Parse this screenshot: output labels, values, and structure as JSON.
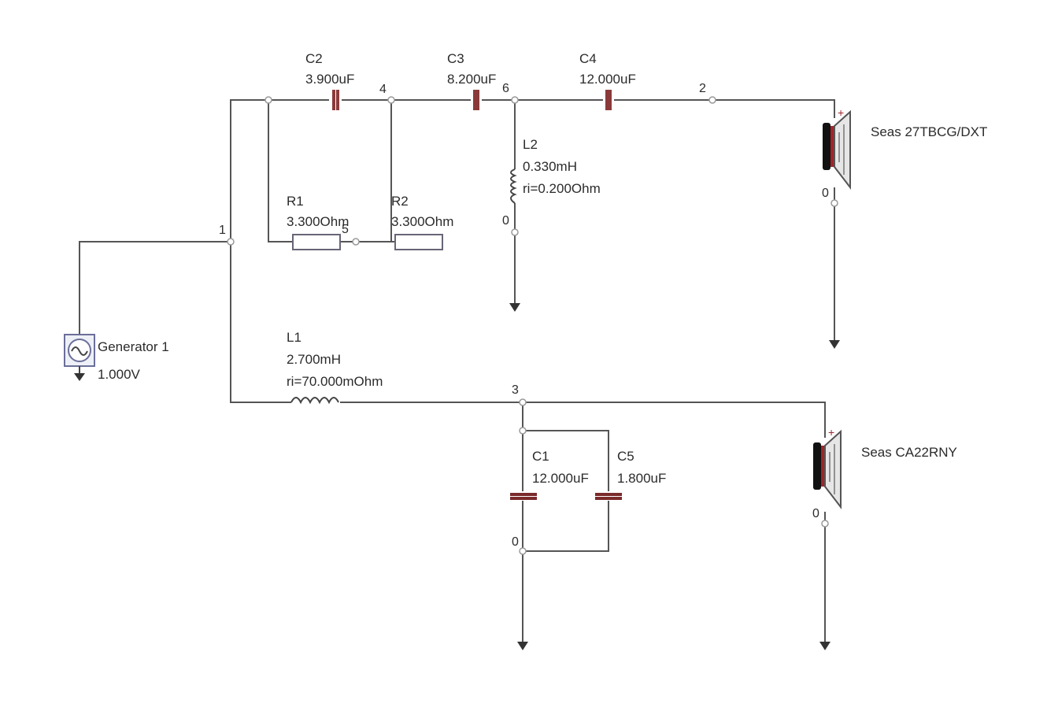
{
  "schematic": {
    "components": {
      "c2": {
        "name": "C2",
        "value": "3.900uF"
      },
      "c3": {
        "name": "C3",
        "value": "8.200uF"
      },
      "c4": {
        "name": "C4",
        "value": "12.000uF"
      },
      "r1": {
        "name": "R1",
        "value": "3.300Ohm"
      },
      "r2": {
        "name": "R2",
        "value": "3.300Ohm"
      },
      "l2": {
        "name": "L2",
        "value": "0.330mH",
        "ri": "ri=0.200Ohm"
      },
      "l1": {
        "name": "L1",
        "value": "2.700mH",
        "ri": "ri=70.000mOhm"
      },
      "c1": {
        "name": "C1",
        "value": "12.000uF"
      },
      "c5": {
        "name": "C5",
        "value": "1.800uF"
      },
      "generator": {
        "name": "Generator 1",
        "value": "1.000V"
      },
      "tweeter": {
        "name": "Seas 27TBCG/DXT"
      },
      "woofer": {
        "name": "Seas CA22RNY"
      }
    },
    "nodes": {
      "n1": "1",
      "n2": "2",
      "n3": "3",
      "n4": "4",
      "n5": "5",
      "n6": "6",
      "n0_l2": "0",
      "n0_tweeter": "0",
      "n0_c1": "0",
      "n0_woofer": "0"
    },
    "colors": {
      "wire": "#555555",
      "capacitor": "#8b3a3a",
      "speaker_cone": "#a0262a"
    }
  }
}
